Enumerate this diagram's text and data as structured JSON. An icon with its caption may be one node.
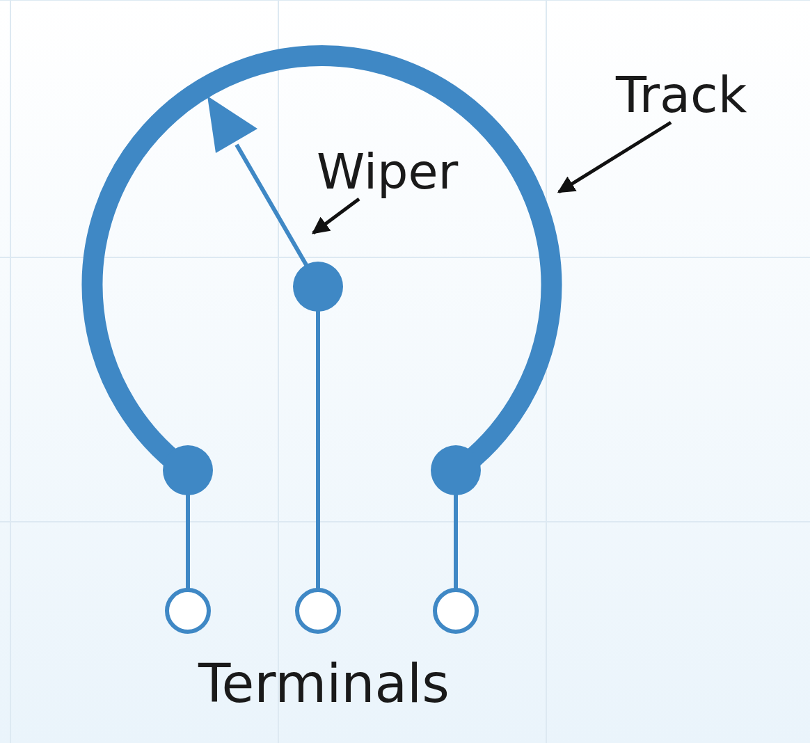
{
  "diagram": {
    "nodes": [
      {
        "text": [
          "Track"
        ]
      },
      {
        "text": [
          "Wiper"
        ]
      }
    ],
    "edges": [
      {
        "from": 0,
        "to": null,
        "arrow": "to"
      },
      {
        "from": 1,
        "to": null,
        "arrow": "to"
      }
    ],
    "labels": [
      "Terminals"
    ]
  }
}
